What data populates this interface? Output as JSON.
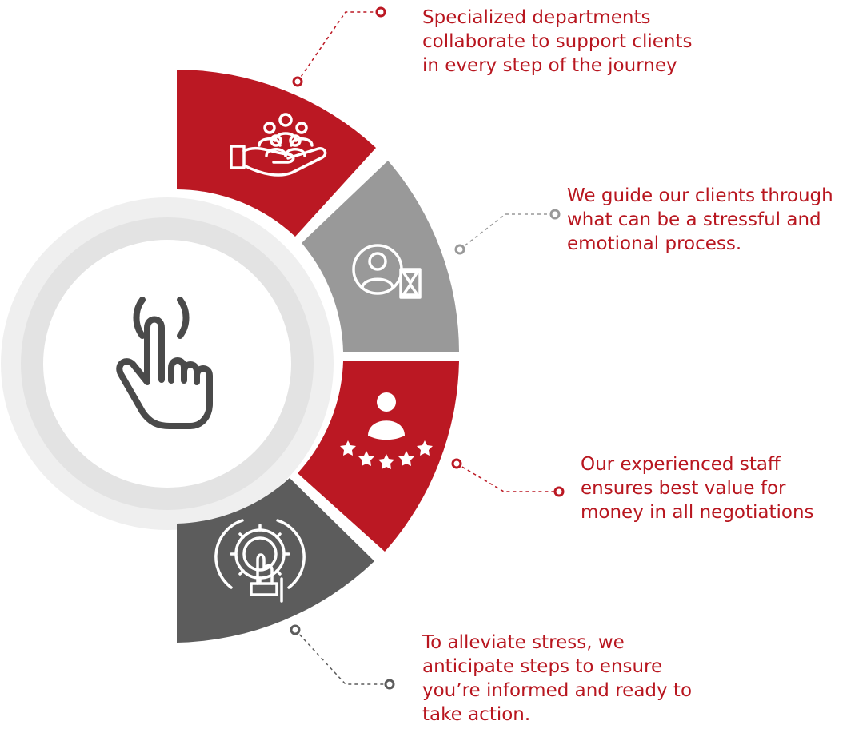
{
  "colors": {
    "red": "#bb1823",
    "gray": "#999999",
    "dark_gray": "#5c5c5c",
    "text_red": "#b8161f",
    "ring_outer": "#efefef",
    "ring_inner": "#e3e3e3",
    "icon_dark": "#4a4a4a"
  },
  "center": {
    "icon": "pointing-hand-icon"
  },
  "segments": [
    {
      "icon": "team-on-hand-icon",
      "lines": [
        "Specialized departments",
        "collaborate to support clients",
        "in every step of the journey"
      ]
    },
    {
      "icon": "user-hourglass-icon",
      "lines": [
        "We guide our clients through",
        "what can be a stressful and",
        "emotional process."
      ]
    },
    {
      "icon": "person-five-stars-icon",
      "lines": [
        "Our experienced staff",
        "ensures best value for",
        "money in all negotiations"
      ]
    },
    {
      "icon": "hand-on-gear-icon",
      "lines": [
        "To alleviate stress, we",
        "anticipate steps to ensure",
        "you’re informed and ready to",
        "take action."
      ]
    }
  ]
}
